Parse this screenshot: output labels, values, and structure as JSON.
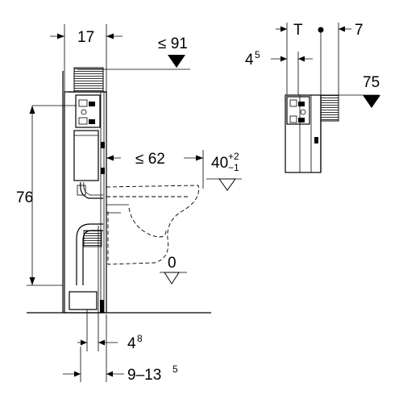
{
  "dimensions": {
    "frame_width": "17",
    "max_height": "≤ 91",
    "projection": "≤ 62",
    "bowl_height_main": "40",
    "bowl_height_sup": "+2",
    "bowl_height_sub": "−1",
    "installation_height": "76",
    "floor_level": "0",
    "pipe_offset_main": "4",
    "pipe_offset_sup": "8",
    "wall_range_main": "9–13",
    "wall_range_sup": "5",
    "depth_T": "T",
    "offset_7": "7",
    "offset_4_main": "4",
    "offset_4_sup": "5",
    "cistern_height": "75"
  }
}
